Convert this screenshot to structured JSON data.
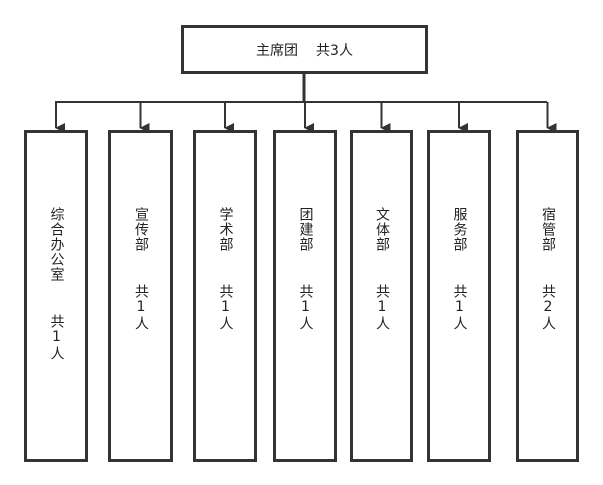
{
  "root": {
    "name": "主席团",
    "count": "共3人"
  },
  "departments": [
    {
      "name": "综合办公室",
      "count": "共1人"
    },
    {
      "name": "宣传部",
      "count": "共1人"
    },
    {
      "name": "学术部",
      "count": "共1人"
    },
    {
      "name": "团建部",
      "count": "共1人"
    },
    {
      "name": "文体部",
      "count": "共1人"
    },
    {
      "name": "服务部",
      "count": "共1人"
    },
    {
      "name": "宿管部",
      "count": "共2人"
    }
  ],
  "colors": {
    "line": "#333333",
    "background": "#ffffff"
  }
}
